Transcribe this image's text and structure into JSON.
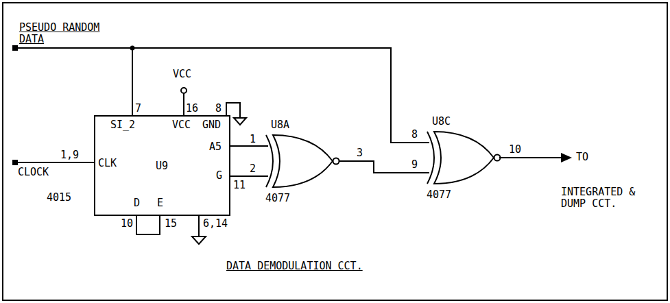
{
  "diagram": {
    "caption": "DATA DEMODULATION CCT.",
    "nodes": [
      {
        "text": [
          "SI_2",
          "VCC",
          "GND",
          "CLK",
          "U9",
          "D",
          "E",
          "A5",
          "G"
        ]
      },
      {
        "text": [
          "U8A",
          "4077"
        ]
      },
      {
        "text": [
          "U8C",
          "4077"
        ]
      }
    ],
    "edges": [
      {
        "from": 0,
        "to": 1,
        "arrow": "none"
      },
      {
        "from": 0,
        "to": 1,
        "arrow": "none"
      },
      {
        "from": 1,
        "to": 2,
        "arrow": "none"
      }
    ],
    "labels": [
      "PSEUDO RANDOM DATA",
      "VCC",
      "7",
      "16",
      "8",
      "CLOCK",
      "1,9",
      "4015",
      "10",
      "15",
      "6,14",
      "1",
      "2",
      "11",
      "3",
      "8",
      "9",
      "10",
      "TO",
      "INTEGRATED & DUMP CCT."
    ]
  }
}
